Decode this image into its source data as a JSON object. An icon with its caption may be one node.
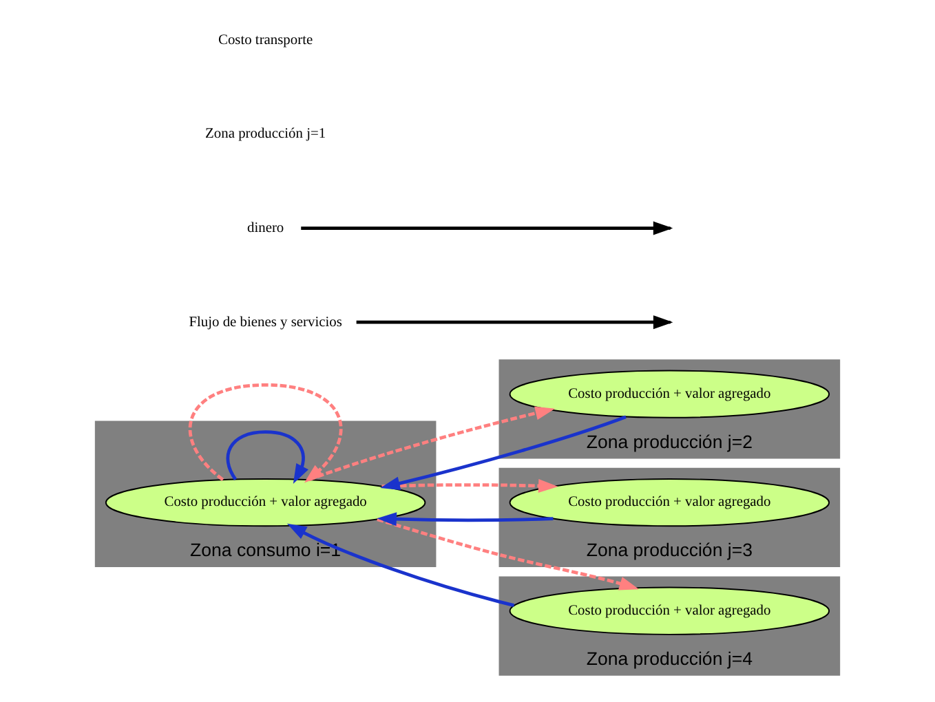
{
  "diagram": {
    "nodes": [
      {
        "text": [
          "Zona consumo i=1"
        ]
      },
      {
        "text": [
          "Costo producción + valor agregado"
        ],
        "in": 0
      },
      {
        "text": [
          "Zona producción j=2"
        ]
      },
      {
        "text": [
          "Costo producción + valor agregado"
        ],
        "in": 2
      },
      {
        "text": [
          "Zona producción j=3"
        ]
      },
      {
        "text": [
          "Costo producción + valor agregado"
        ],
        "in": 4
      },
      {
        "text": [
          "Zona producción j=4"
        ]
      },
      {
        "text": [
          "Costo producción + valor agregado"
        ],
        "in": 6
      },
      {
        "text": [
          "Flujo de bienes y servicios"
        ]
      },
      {
        "text": [
          "dinero"
        ]
      }
    ],
    "edges": [
      {
        "from": 3,
        "to": 1,
        "arrow": "to",
        "color": "#1a33cc"
      },
      {
        "from": 1,
        "to": 3,
        "arrow": "to",
        "style": "dashed",
        "color": "#ff8080"
      },
      {
        "from": 5,
        "to": 1,
        "arrow": "to",
        "color": "#1a33cc"
      },
      {
        "from": 1,
        "to": 5,
        "arrow": "to",
        "style": "dashed",
        "color": "#ff8080"
      },
      {
        "from": 7,
        "to": 1,
        "arrow": "to",
        "color": "#1a33cc"
      },
      {
        "from": 1,
        "to": 7,
        "arrow": "to",
        "style": "dashed",
        "color": "#ff8080"
      },
      {
        "from": 1,
        "to": 1,
        "arrow": "to",
        "color": "#1a33cc"
      },
      {
        "from": 1,
        "to": 1,
        "arrow": "to",
        "style": "dashed",
        "color": "#ff8080"
      },
      {
        "from": 8,
        "to": null,
        "arrow": "to",
        "color": "#000000"
      },
      {
        "from": 9,
        "to": null,
        "arrow": "to",
        "color": "#000000"
      }
    ],
    "labels": [
      "Zona producción j=1",
      "Costo transporte"
    ]
  }
}
